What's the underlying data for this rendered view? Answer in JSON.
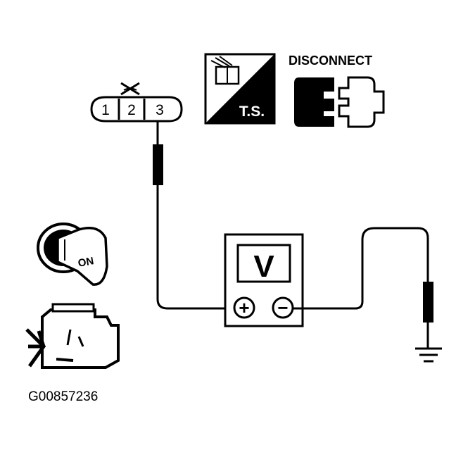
{
  "connector": {
    "pins": [
      "1",
      "2",
      "3"
    ]
  },
  "tool_icon": {
    "label": "T.S."
  },
  "disconnect": {
    "label": "DISCONNECT"
  },
  "ignition": {
    "key_label": "ON"
  },
  "meter": {
    "label": "V",
    "positive_symbol": "+",
    "negative_symbol": "−"
  },
  "figure_id": "G00857236",
  "colors": {
    "ink": "#000000",
    "paper": "#ffffff"
  }
}
